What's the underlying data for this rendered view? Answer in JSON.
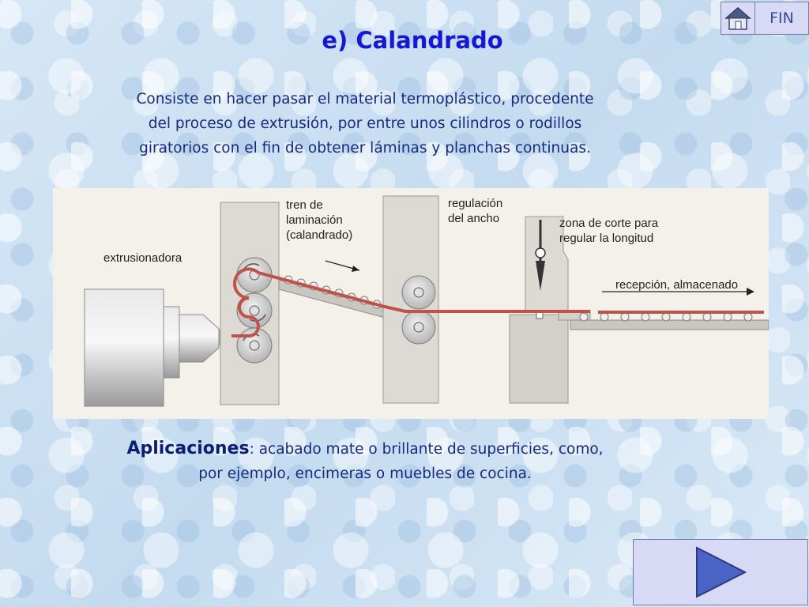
{
  "nav": {
    "home_icon": "house-icon",
    "fin_label": "FIN"
  },
  "slide": {
    "title": "e) Calandrado",
    "intro_lines": [
      "Consiste en hacer pasar el material termoplástico, procedente",
      "del proceso de extrusión, por entre unos cilindros o rodillos",
      "giratorios con el fin de obtener láminas y planchas continuas."
    ],
    "applications_label": "Aplicaciones",
    "applications_lines": [
      ": acabado mate o brillante de superficies, como,",
      "por ejemplo, encimeras o muebles de cocina."
    ]
  },
  "diagram": {
    "labels": {
      "extruder": "extrusionadora",
      "calender": "tren de\nlaminación\n(calandrado)",
      "width": "regulación\ndel ancho",
      "cutting": "zona de corte para\nregular la longitud",
      "reception": "recepción, almacenado"
    }
  },
  "next": {
    "icon": "play-arrow-icon"
  },
  "colors": {
    "title": "#1616d6",
    "text": "#162a80",
    "sheet": "#c0524a",
    "button_bg": "#d7d9f5"
  }
}
